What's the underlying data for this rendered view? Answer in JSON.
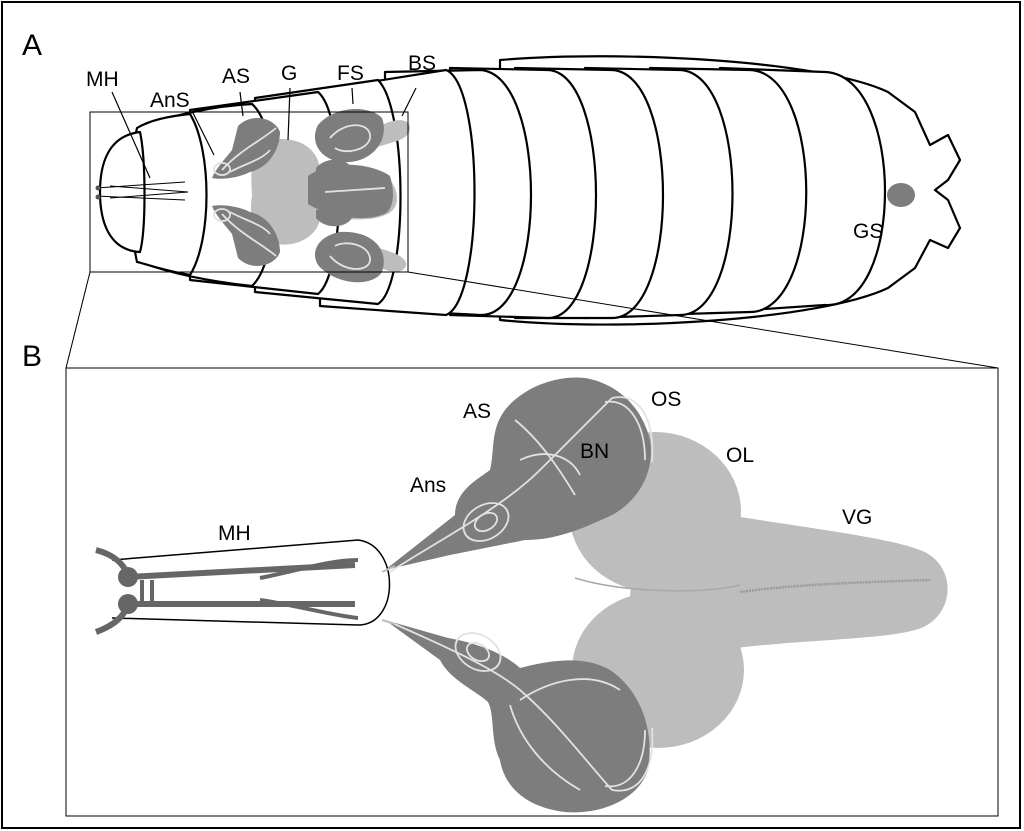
{
  "panels": {
    "a": {
      "letter": "A",
      "labels": {
        "mh": "MH",
        "ans": "AnS",
        "as": "AS",
        "g": "G",
        "fs": "FS",
        "bs": "BS",
        "gs": "GS"
      }
    },
    "b": {
      "letter": "B",
      "labels": {
        "as": "AS",
        "os": "OS",
        "bn": "BN",
        "ol": "OL",
        "ans": "Ans",
        "vg": "VG",
        "mh": "MH"
      }
    }
  },
  "colors": {
    "dark_tissue": "#7d7d7d",
    "light_tissue": "#bdbdbd",
    "nerve_lines": "#e2e2e2",
    "outline": "#000000",
    "background": "#ffffff"
  }
}
